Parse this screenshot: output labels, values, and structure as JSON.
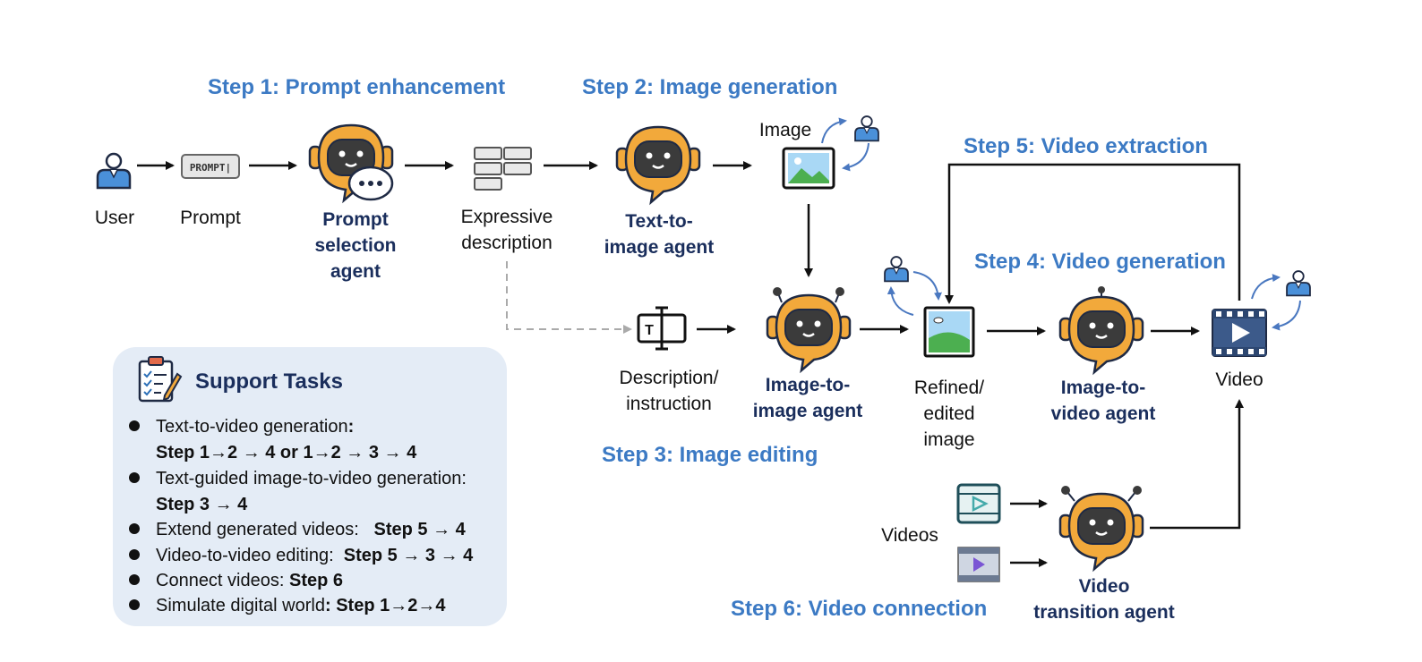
{
  "steps": {
    "step1": "Step 1: Prompt enhancement",
    "step2": "Step 2: Image generation",
    "step3": "Step 3: Image editing",
    "step4": "Step 4: Video generation",
    "step5": "Step 5: Video extraction",
    "step6": "Step 6: Video connection"
  },
  "labels": {
    "user": "User",
    "prompt": "Prompt",
    "prompt_icon_text": "PROMPT|",
    "expressive": [
      "Expressive",
      "description"
    ],
    "image": "Image",
    "description_instruction": [
      "Description/",
      "instruction"
    ],
    "refined": [
      "Refined/",
      "edited",
      "image"
    ],
    "video": "Video",
    "videos": "Videos"
  },
  "agents": {
    "prompt_selection": [
      "Prompt",
      "selection",
      "agent"
    ],
    "text_to_image": [
      "Text-to-",
      "image agent"
    ],
    "image_to_image": [
      "Image-to-",
      "image agent"
    ],
    "image_to_video": [
      "Image-to-",
      "video agent"
    ],
    "video_transition": [
      "Video",
      "transition agent"
    ]
  },
  "support": {
    "title": "Support Tasks",
    "tasks": [
      {
        "text": "Text-to-video generation",
        "suffix": ":"
      },
      {
        "text": "",
        "bold": "Step 1→2 → 4  or 1→2 → 3 → 4"
      },
      {
        "text": "Text-guided image-to-video generation:"
      },
      {
        "text": "",
        "bold": "Step 3 → 4"
      },
      {
        "text": "Extend generated videos:   ",
        "bold": "Step 5 → 4"
      },
      {
        "text": "Video-to-video editing:  ",
        "bold": "Step 5 → 3 → 4"
      },
      {
        "text": "Connect videos: ",
        "bold": "Step 6"
      },
      {
        "text": "Simulate digital world",
        "bold": ": Step 1→2→4"
      }
    ]
  },
  "colors": {
    "step_blue": "#3c7ac4",
    "agent_navy": "#1a2e5c",
    "robot_orange": "#f2a93b",
    "panel_bg": "#e4ecf6",
    "feedback_arrow": "#4a78c0"
  },
  "icons": [
    "user-icon",
    "prompt-icon",
    "robot-icon",
    "description-icon",
    "image-icon",
    "text-tool-icon",
    "video-film-icon",
    "clipboard-icon"
  ]
}
